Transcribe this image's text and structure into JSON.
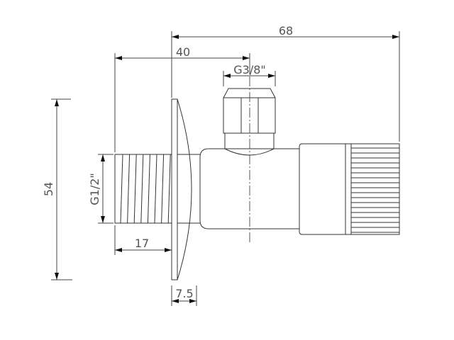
{
  "title": "Angle valve technical drawing",
  "dimensions": {
    "overall_length": "68",
    "inlet_to_outlet_axis": "40",
    "outlet_thread": "G3/8\"",
    "flange_height": "54",
    "inlet_thread": "G1/2\"",
    "thread_length": "17",
    "flange_thickness": "7.5"
  },
  "colors": {
    "line": "#333333",
    "text": "#555555"
  }
}
